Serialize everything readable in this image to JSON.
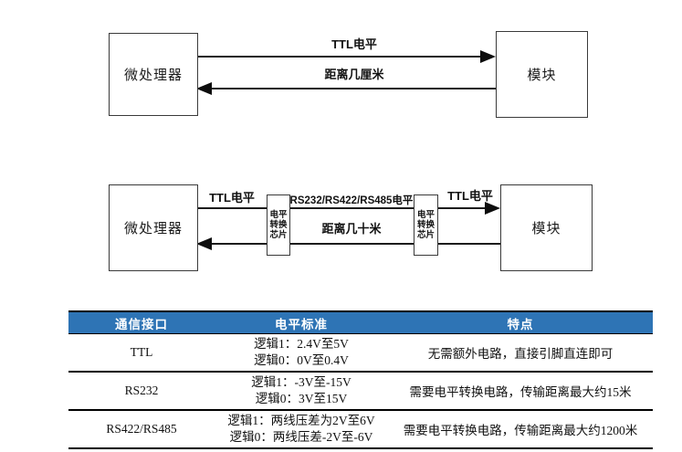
{
  "diagram1": {
    "left_box_label": "微处理器",
    "right_box_label": "模块",
    "signal_label": "TTL电平",
    "distance_label": "距离几厘米"
  },
  "diagram2": {
    "left_box_label": "微处理器",
    "right_box_label": "模块",
    "left_signal_label": "TTL电平",
    "middle_signal_label": "RS232/RS422/RS485电平",
    "distance_label": "距离几十米",
    "right_signal_label": "TTL电平",
    "chip_line1": "电平",
    "chip_line2": "转换",
    "chip_line3": "芯片"
  },
  "table": {
    "header_bg_color": "#2E74B5",
    "header_text_color": "#FFFFFF",
    "headers": {
      "interface": "通信接口",
      "standard": "电平标准",
      "feature": "特点"
    },
    "rows": [
      {
        "interface": "TTL",
        "logic1": "逻辑1：2.4V至5V",
        "logic0": "逻辑0：0V至0.4V",
        "feature": "无需额外电路，直接引脚直连即可"
      },
      {
        "interface": "RS232",
        "logic1": "逻辑1：-3V至-15V",
        "logic0": "逻辑0：3V至15V",
        "feature": "需要电平转换电路，传输距离最大约15米"
      },
      {
        "interface": "RS422/RS485",
        "logic1": "逻辑1：两线压差为2V至6V",
        "logic0": "逻辑0：两线压差-2V至-6V",
        "feature": "需要电平转换电路，传输距离最大约1200米"
      }
    ]
  }
}
